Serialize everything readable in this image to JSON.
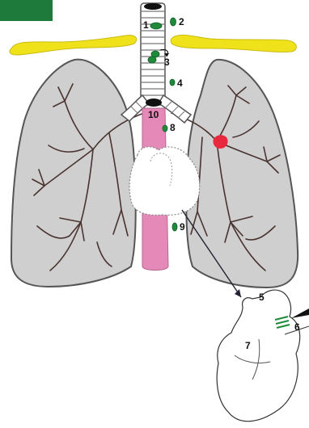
{
  "figure": {
    "stations": [
      {
        "label": "1"
      },
      {
        "label": "2"
      },
      {
        "label": "3"
      },
      {
        "label": "4"
      },
      {
        "label": "5"
      },
      {
        "label": "6"
      },
      {
        "label": "7"
      },
      {
        "label": "8"
      },
      {
        "label": "9"
      },
      {
        "label": "10"
      }
    ]
  },
  "colors": {
    "corner_badge": "#1e7a3a",
    "clavicle": "#f0e21a",
    "lung_fill": "#cfcfcf",
    "lung_outline": "#555555",
    "bronchi": "#4a3330",
    "esophagus": "#e58ab8",
    "lymph_node": "#1e8a3a",
    "tumor": "#e8283c",
    "heart_outline": "#333333"
  }
}
